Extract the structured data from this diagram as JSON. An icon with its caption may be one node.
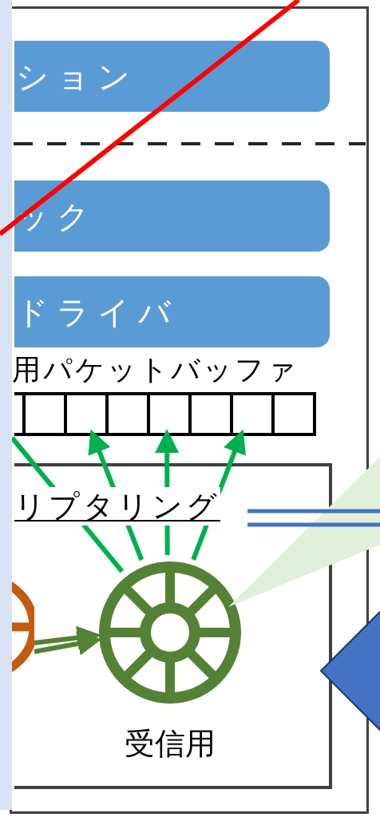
{
  "diagram": {
    "nodes": [
      {
        "text": [],
        "shape": "box"
      },
      {
        "text": [
          "ション"
        ],
        "in": 0
      },
      {
        "text": [
          "ック"
        ],
        "in": 0
      },
      {
        "text": [
          "ドライバ"
        ],
        "in": 0
      },
      {
        "text": [],
        "shape": "box",
        "in": 0
      },
      {
        "text": [],
        "shape": "box",
        "in": 0
      },
      {
        "text": [],
        "shape": "box",
        "in": 0
      },
      {
        "text": [],
        "shape": "box",
        "in": 0
      },
      {
        "text": [],
        "shape": "box",
        "in": 0
      },
      {
        "text": [],
        "shape": "box",
        "in": 0
      },
      {
        "text": [],
        "shape": "box",
        "in": 0
      },
      {
        "text": [],
        "shape": "box",
        "in": 0
      },
      {
        "text": [
          "リプタリング"
        ],
        "in": 0
      },
      {
        "text": [],
        "shape": "circle",
        "in": 12,
        "beside": [
          "受信用"
        ]
      },
      {
        "text": [],
        "shape": "circle"
      },
      {
        "text": [],
        "shape": "diamond"
      },
      {
        "text": [],
        "shape": "box"
      }
    ],
    "edges": [
      {
        "from": 13,
        "to": 6,
        "arrow": "to"
      },
      {
        "from": 13,
        "to": 8,
        "arrow": "to"
      },
      {
        "from": 13,
        "to": 10,
        "arrow": "to"
      },
      {
        "from": 16,
        "to": 13,
        "arrow": "none"
      },
      {
        "from": 14,
        "to": 13,
        "arrow": "to",
        "color": "#548235"
      },
      {
        "from": 14,
        "to": 13,
        "arrow": "to",
        "color": "#548235"
      }
    ],
    "labels": [
      "用パケットバッファ"
    ]
  }
}
